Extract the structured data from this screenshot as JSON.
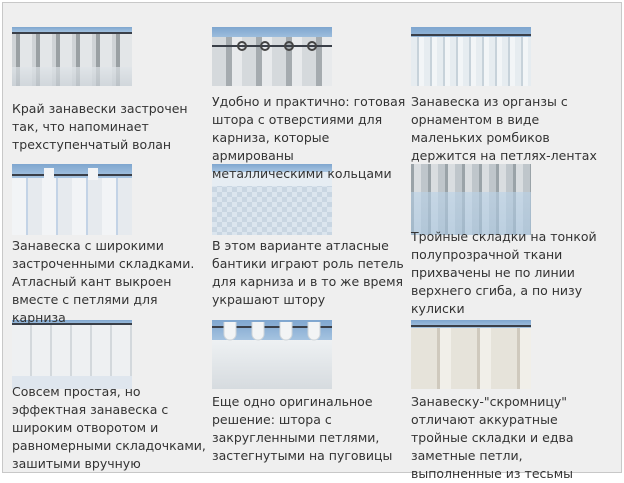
{
  "items": [
    {
      "caption": "Край занавески застрочен так, что напоминает трехступенчатый волан",
      "image": "curtain-three-tier-flounce"
    },
    {
      "caption": "Удобно и практично: готовая штора с отверстиями для карниза, которые армированы металлическими кольцами",
      "image": "curtain-grommets"
    },
    {
      "caption": "Занавеска из органзы с орнаментом в виде маленьких ромбиков держится на петлях-лентах",
      "image": "curtain-organza-tabs"
    },
    {
      "caption": "Занавеска с широкими застроченными складками. Атласный кант выкроен вместе с петлями для карниза",
      "image": "curtain-wide-pleats"
    },
    {
      "caption": "В этом варианте атласные бантики играют роль петель для карниза и в то же время украшают штору",
      "image": "curtain-satin-bows"
    },
    {
      "caption": "Тройные складки на тонкой полупрозрачной ткани прихвачены не по линии верхнего сгиба, а по низу кулиски",
      "image": "curtain-triple-pleats"
    },
    {
      "caption": "Совсем простая, но эффектная занавеска с широким отворотом и равномерными складочками, зашитыми вручную",
      "image": "curtain-wide-cuff"
    },
    {
      "caption": "Еще одно оригинальное решение: штора с закругленными петлями, застегнутыми на пуговицы",
      "image": "curtain-button-loops"
    },
    {
      "caption": "Занавеску-\"скромницу\" отличают аккуратные тройные складки и едва заметные петли, выполненные из тесьмы",
      "image": "curtain-tape-loops"
    }
  ]
}
